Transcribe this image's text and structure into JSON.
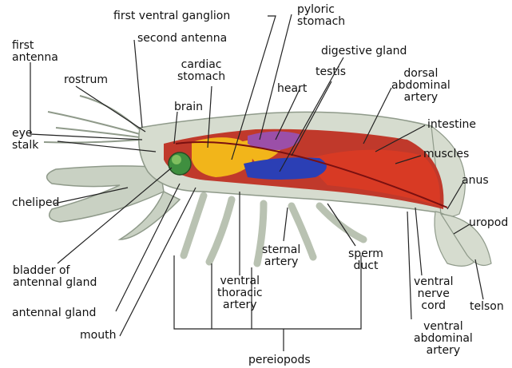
{
  "labels": {
    "first_ventral_ganglion": "first ventral ganglion",
    "pyloric_stomach": [
      "pyloric",
      "stomach"
    ],
    "first_antenna": [
      "first",
      "antenna"
    ],
    "second_antenna": "second antenna",
    "digestive_gland": "digestive gland",
    "cardiac_stomach": [
      "cardiac",
      "stomach"
    ],
    "rostrum": "rostrum",
    "testis": "testis",
    "heart": "heart",
    "dorsal_abdominal_artery": [
      "dorsal",
      "abdominal",
      "artery"
    ],
    "brain": "brain",
    "intestine": "intestine",
    "eye_stalk": [
      "eye",
      "stalk"
    ],
    "muscles": "muscles",
    "anus": "anus",
    "cheliped": "cheliped",
    "uropod": "uropod",
    "sternal_artery": [
      "sternal",
      "artery"
    ],
    "sperm_duct": [
      "sperm",
      "duct"
    ],
    "bladder_of_antennal_gland": [
      "bladder of",
      "antennal gland"
    ],
    "ventral_thoracic_artery": [
      "ventral",
      "thoracic",
      "artery"
    ],
    "ventral_nerve_cord": [
      "ventral",
      "nerve",
      "cord"
    ],
    "antennal_gland": "antennal gland",
    "telson": "telson",
    "ventral_abdominal_artery": [
      "ventral",
      "abdominal",
      "artery"
    ],
    "mouth": "mouth",
    "pereiopods": "pereiopods"
  },
  "colors": {
    "shell": "#d6dccf",
    "shell_outline": "#8f9a8a",
    "appendage": "#c9d1c3",
    "body_red": "#c0392b",
    "muscle_red": "#d83a24",
    "gland_yellow": "#f2b51a",
    "intestine_blue": "#2b3fb5",
    "heart_purple": "#9b4fa8",
    "eye_green": "#3f8f3f",
    "leader_line": "#222222"
  }
}
